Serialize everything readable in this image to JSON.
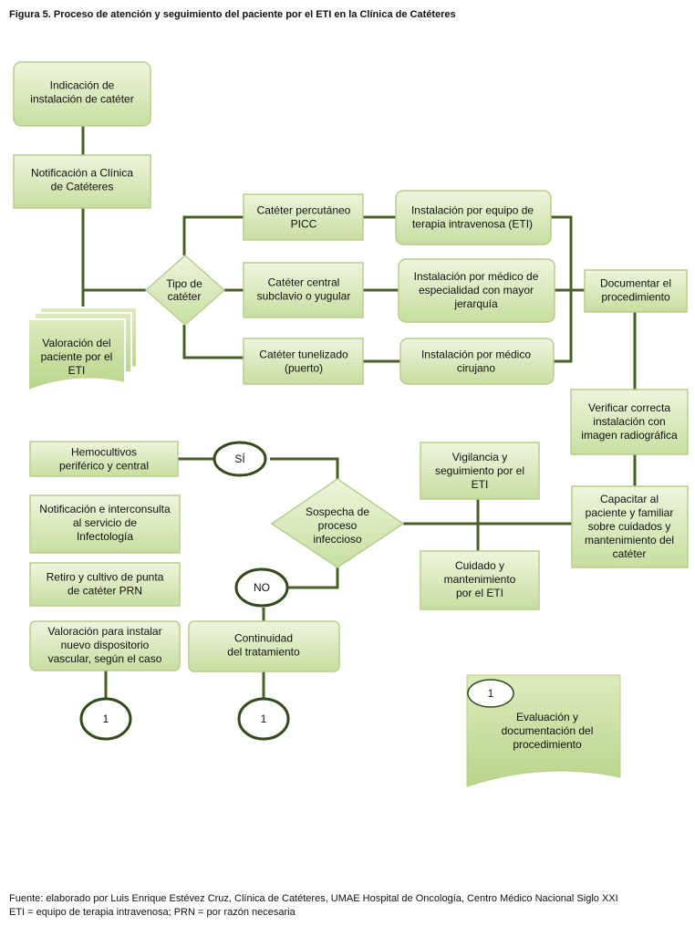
{
  "title": "Figura 5. Proceso de atención y seguimiento del paciente por el ETI en la Clínica de Catéteres",
  "footer": {
    "source": "Fuente: elaborado por Luis Enrique Estévez Cruz, Clínica de Catéteres, UMAE Hospital de Oncología, Centro Médico Nacional Siglo XXI",
    "abbreviations": "ETI = equipo de terapia intravenosa; PRN = por razón necesaria"
  },
  "nodes": {
    "indicacion": [
      "Indicación de",
      "instalación de catéter"
    ],
    "notificacion": [
      "Notificación a Clínica",
      "de Catéteres"
    ],
    "valoracion_eti": [
      "Valoración del",
      "paciente por el",
      "ETI"
    ],
    "tipo": [
      "Tipo de",
      "catéter"
    ],
    "picc": [
      "Catéter percutáneo",
      "PICC"
    ],
    "central": [
      "Catéter central",
      "subclavio o yugular"
    ],
    "tunelizado": [
      "Catéter tunelizado",
      "(puerto)"
    ],
    "inst_eti": [
      "Instalación por equipo de",
      "terapia intravenosa (ETI)"
    ],
    "inst_medico": [
      "Instalación por médico de",
      "especialidad con mayor",
      "jerarquía"
    ],
    "inst_cirujano": [
      "Instalación por médico",
      "cirujano"
    ],
    "documentar": [
      "Documentar el",
      "procedimiento"
    ],
    "verificar": [
      "Verificar correcta",
      "instalación con",
      "imagen radiográfica"
    ],
    "capacitar": [
      "Capacitar al",
      "paciente y familiar",
      "sobre cuidados y",
      "mantenimiento del",
      "catéter"
    ],
    "vigilancia": [
      "Vigilancia y",
      "seguimiento por el",
      "ETI"
    ],
    "cuidado": [
      "Cuidado y",
      "mantenimiento",
      "por el ETI"
    ],
    "sospecha": [
      "Sospecha de",
      "proceso",
      "infeccioso"
    ],
    "si": [
      "SÍ"
    ],
    "no": [
      "NO"
    ],
    "hemocultivos": [
      "Hemocultivos",
      "periférico y central"
    ],
    "infectologia": [
      "Notificación e interconsulta",
      "al servicio de",
      "Infectología"
    ],
    "retiro": [
      "Retiro y cultivo de punta",
      "de catéter PRN"
    ],
    "valoracion_nuevo": [
      "Valoración para instalar",
      "nuevo dispositorio",
      "vascular, según el caso"
    ],
    "continuidad": [
      "Continuidad",
      "del tratamiento"
    ],
    "con1_a": [
      "1"
    ],
    "con1_b": [
      "1"
    ],
    "con1_c": [
      "1"
    ],
    "evaluacion": [
      "Evaluación y",
      "documentación del",
      "procedimiento"
    ]
  }
}
